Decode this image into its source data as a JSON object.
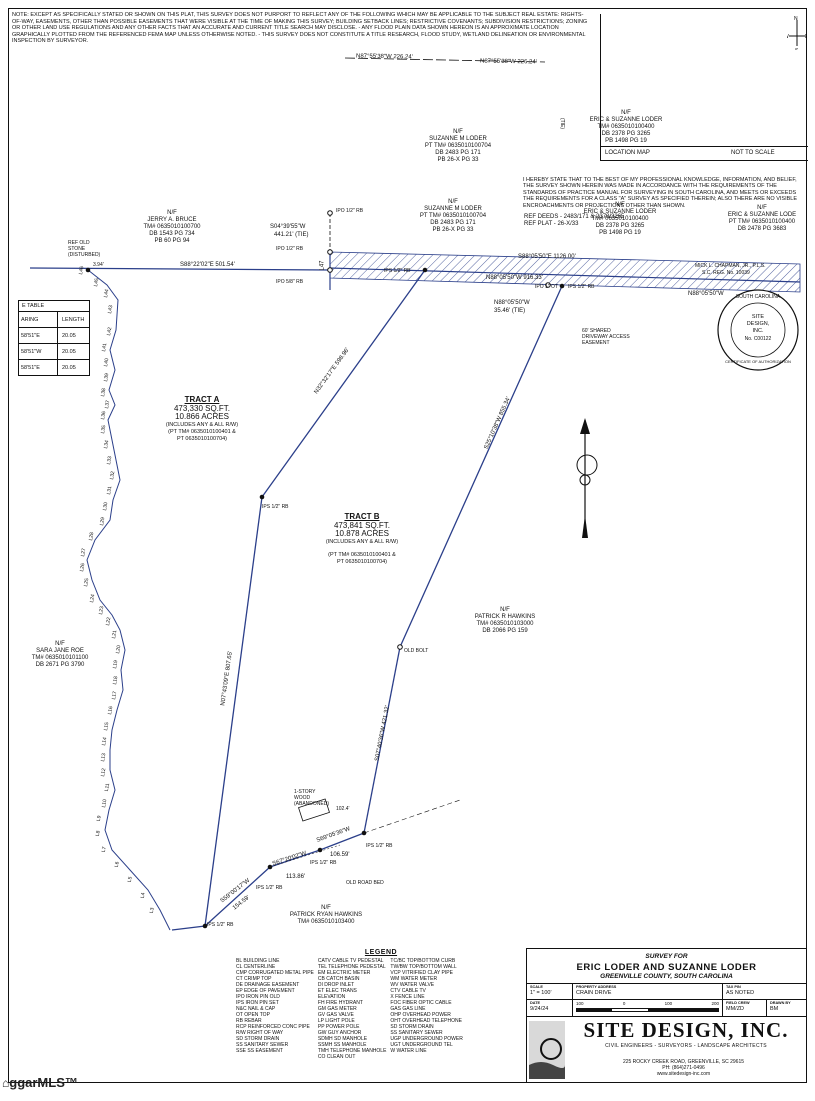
{
  "note": "NOTE: EXCEPT AS SPECIFICALLY STATED OR SHOWN ON THIS PLAT, THIS SURVEY DOES NOT PURPORT TO REFLECT ANY OF THE FOLLOWING WHICH MAY BE APPLICABLE TO THE SUBJECT REAL ESTATE: RIGHTS-OF-WAY, EASEMENTS, OTHER THAN POSSIBLE EASEMENTS THAT WERE VISIBLE AT THE TIME OF MAKING THIS SURVEY; BUILDING SETBACK LINES; RESTRICTIVE COVENANTS; SUBDIVISION RESTRICTIONS; ZONING OR OTHER LAND USE REGULATIONS AND ANY OTHER FACTS THAT AN ACCURATE AND CURRENT TITLE SEARCH MAY DISCLOSE. - ANY FLOOD PLAIN DATA SHOWN HEREON IS AN APPROXIMATE LOCATION GRAPHICALLY PLOTTED FROM THE REFERENCED FEMA MAP UNLESS OTHERWISE NOTED. - THIS SURVEY DOES NOT CONSTITUTE A TITLE RESEARCH, FLOOD STUDY, WETLAND DELINEATION OR ENVIRONMENTAL INSPECTION BY SURVEYOR.",
  "location_map": {
    "label": "LOCATION MAP",
    "scale": "NOT TO SCALE",
    "owner": [
      "N/F",
      "ERIC & SUZANNE LODER",
      "TM# 0635010100400",
      "DB 2378 PG 3265",
      "PB 1498 PG 19"
    ],
    "compass": [
      "N",
      "W",
      "E",
      "S"
    ],
    "tie": "(TIE)"
  },
  "top_bearings": [
    "N87°55'38\"W  226.24'",
    "N87°55'38\"W  226.24'"
  ],
  "certification": "I HEREBY STATE THAT TO THE BEST OF MY PROFESSIONAL KNOWLEDGE, INFORMATION, AND BELIEF, THE SURVEY SHOWN HEREIN WAS MADE IN ACCORDANCE WITH THE REQUIREMENTS OF THE STANDARDS OF PRACTICE MANUAL FOR SURVEYING IN SOUTH CAROLINA, AND MEETS OR EXCEEDS THE REQUIREMENTS FOR A CLASS \"A\" SURVEY AS SPECIFIED THEREIN; ALSO THERE ARE NO VISIBLE ENCROACHMENTS OR PROJECTIONS OTHER THAN SHOWN.",
  "ref": {
    "deeds": "REF DEEDS - 2483/171 & 2378/3265",
    "plat": "REF PLAT - 26-X/33"
  },
  "owners": {
    "suzanne_top": [
      "N/F",
      "SUZANNE M LODER",
      "PT TM# 0635010100704",
      "DB 2483 PG 171",
      "PB 26-X PG 33"
    ],
    "suzanne_mid": [
      "N/F",
      "SUZANNE M LODER",
      "PT TM# 0635010100704",
      "DB 2483 PG 171",
      "PB 26-X PG 33"
    ],
    "eric_mid": [
      "N/F",
      "ERIC & SUZANNE LODER",
      "TM# 0635010100400",
      "DB 2378 PG 3265",
      "PB 1498 PG 19"
    ],
    "eric_right": [
      "N/F",
      "ERIC & SUZANNE LODE",
      "PT TM# 0635010100400",
      "DB 2478 PG 3683"
    ],
    "jerry": [
      "N/F",
      "JERRY A. BRUCE",
      "TM# 0635010100700",
      "DB 1543 PG 734",
      "PB 60 PG 94"
    ],
    "sara": [
      "N/F",
      "SARA JANE ROE",
      "TM# 0635010101100",
      "DB 2671 PG 3790"
    ],
    "patrick_r": [
      "N/F",
      "PATRICK R HAWKINS",
      "TM# 0635010103000",
      "DB 2066 PG 159"
    ],
    "patrick_ryan": [
      "N/F",
      "PATRICK RYAN HAWKINS",
      "TM# 0635010103400"
    ]
  },
  "tract_a": {
    "name": "TRACT A",
    "sqft": "473,330 SQ.FT.",
    "acres": "10.866 ACRES",
    "includes": "(INCLUDES ANY & ALL R/W)",
    "pt1": "(PT TM# 0635010100401 &",
    "pt2": "PT 0635010100704)"
  },
  "tract_b": {
    "name": "TRACT B",
    "sqft": "473,841 SQ.FT.",
    "acres": "10.878 ACRES",
    "includes": "(INCLUDES ANY & ALL R/W)",
    "pt1": "(PT TM# 0635010100401 &",
    "pt2": "PT 0635010100704)"
  },
  "boundary_labels": {
    "s88_22": "S88°22'02\"E  501.54'",
    "s88_05": "S88°05'50\"E  1126.00'",
    "n88_05_a": "N88°05'50\"W  916.33'",
    "n88_05_b": "N88°05'50\"W",
    "n88_tie": "N88°05'50\"W",
    "n88_tie_d": "35.46' (TIE)",
    "s04": "S04°39'55\"W",
    "s04_d": "441.21' (TIE)",
    "n32": "N32°32'17\"E  598.96'",
    "s25": "S25°10'38\"W  855.34'",
    "n07": "N07°43'09\"E  807.65'",
    "s07": "S07°40'36\"W  421.32'",
    "s69_a": "S69°05'36\"W",
    "s69_a_d": "106.59'",
    "s67": "S67°20'02\"W",
    "s67_d": "113.86'",
    "s59": "S59°00'17\"W",
    "s59_d": "154.59'",
    "l47": "L47"
  },
  "pins": {
    "ipo_top": "IPO 1/2\" RB",
    "ipo_mid": "IPO 1/2\" RB",
    "ipo_58": "IPO 5/8\" RB",
    "ips_a": "IPS 1/2\" RB",
    "ipo_1": "IPO 1\" OT",
    "ips_b": "IPS 1/2\" RB",
    "ips_mid": "IPS 1/2\" RB",
    "old_bolt": "OLD BOLT",
    "ips_c": "IPS 1/2\" RB",
    "ips_d": "IPS 1/2\" RB",
    "ips_e": "IPS 1/2\" RB",
    "ips_f": "IPS 1/2\" RB",
    "ref_stone": "REF OLD STONE (DISTURBED)",
    "ref_stone_d": "3.94'",
    "old_road_bed": "OLD ROAD BED",
    "one_story": "1-STORY WOOD (ABANDONED)",
    "dist_102": "102.4'"
  },
  "shared_driveway": "60' SHARED DRIVEWAY ACCESS EASEMENT",
  "mick": "MICK L. CHAPMAN, JR., P.L.S.",
  "mick_reg": "S.C. REG. No. 10039",
  "seal": {
    "top": "SOUTH CAROLINA",
    "center": [
      "SITE",
      "DESIGN,",
      "INC."
    ],
    "no": "No. C00122",
    "bottom": "CERTIFICATE OF AUTHORIZATION"
  },
  "curve_table": {
    "title": "E TABLE",
    "headers": [
      "ARING",
      "LENGTH"
    ],
    "rows": [
      [
        "58'51\"E",
        "20.05"
      ],
      [
        "58'51\"W",
        "20.05"
      ],
      [
        "58'51\"E",
        "20.05"
      ]
    ]
  },
  "creek_lines": [
    "L46",
    "L45",
    "L44",
    "L43",
    "L42",
    "L41",
    "L40",
    "L39",
    "L38",
    "L37",
    "L36",
    "L35",
    "L34",
    "L33",
    "L32",
    "L31",
    "L30",
    "L29",
    "L28",
    "L27",
    "L26",
    "L25",
    "L24",
    "L23",
    "L22",
    "L21",
    "L20",
    "L19",
    "L18",
    "L17",
    "L16",
    "L15",
    "L14",
    "L13",
    "L12",
    "L11",
    "L10",
    "L9",
    "L8",
    "L7",
    "L6",
    "L5",
    "L4",
    "L3"
  ],
  "legend": {
    "title": "LEGEND",
    "col1": [
      "BL   BUILDING LINE",
      "CL   CENTERLINE",
      "CMP  CORRUGATED METAL PIPE",
      "CT   CRIMP TOP",
      "DE   DRAINAGE EASEMENT",
      "EP   EDGE OF PAVEMENT",
      "IPO  IRON PIN OLD",
      "IPS  IRON PIN SET",
      "N&C  NAIL & CAP",
      "OT   OPEN TOP",
      "RB   REBAR",
      "RCP  REINFORCED CONC PIPE",
      "R/W  RIGHT OF WAY",
      "SD   STORM DRAIN",
      "SS   SANITARY SEWER",
      "SSE  SS EASEMENT"
    ],
    "col2": [
      "CATV  CABLE TV PEDESTAL",
      "TEL  TELEPHONE PEDESTAL",
      "EM  ELECTRIC METER",
      "CB  CATCH BASIN",
      "DI  DROP INLET",
      "ET  ELEC TRANS",
      "ELEVATION",
      "FH  FIRE HYDRANT",
      "GM  GAS METER",
      "GV  GAS VALVE",
      "LP  LIGHT POLE",
      "PP  POWER POLE",
      "GW  GUY ANCHOR",
      "SDMH  SD MANHOLE",
      "SSMH  SS MANHOLE",
      "TMH  TELEPHONE MANHOLE",
      "CO  CLEAN OUT"
    ],
    "col3": [
      "TC/BC  TOP/BOTTOM CURB",
      "TW/BW  TOP/BOTTOM WALL",
      "VCP  VITRIFIED CLAY PIPE",
      "WM  WATER METER",
      "WV  WATER VALVE",
      "CTV  CABLE TV",
      "X  FENCE LINE",
      "FOC  FIBER OPTIC CABLE",
      "GAS  GAS LINE",
      "OHP  OVERHEAD POWER",
      "OHT  OVERHEAD TELEPHONE",
      "SD  STORM DRAIN",
      "SS  SANITARY SEWER",
      "UGP  UNDERGROUND POWER",
      "UGT  UNDERGROUND TEL",
      "W  WATER LINE"
    ]
  },
  "title_block": {
    "survey_for": "SURVEY FOR",
    "names": "ERIC LODER AND SUZANNE LODER",
    "county": "GREENVILLE COUNTY, SOUTH CAROLINA",
    "scale_lbl": "SCALE",
    "scale": "1\" = 100'",
    "prop_lbl": "PROPERTY ADDRESS",
    "prop": "CRAIN DRIVE",
    "tax_lbl": "TAX PIN",
    "tax": "AS NOTED",
    "date_lbl": "DATE",
    "date": "9/24/24",
    "bar": [
      "100",
      "0",
      "100",
      "200"
    ],
    "crew_lbl": "FIELD CREW",
    "crew": "MM/ZD",
    "drawn_lbl": "DRAWN BY",
    "drawn": "BM",
    "company": "SITE DESIGN, INC.",
    "sub": "CIVIL ENGINEERS - SURVEYORS - LANDSCAPE ARCHITECTS",
    "addr": "225 ROCKY CREEK ROAD, GREENVILLE, SC 29615",
    "ph": "PH: (864)271-0496",
    "web": "www.sitedesign-inc.com"
  },
  "watermark": "ggarMLS™"
}
